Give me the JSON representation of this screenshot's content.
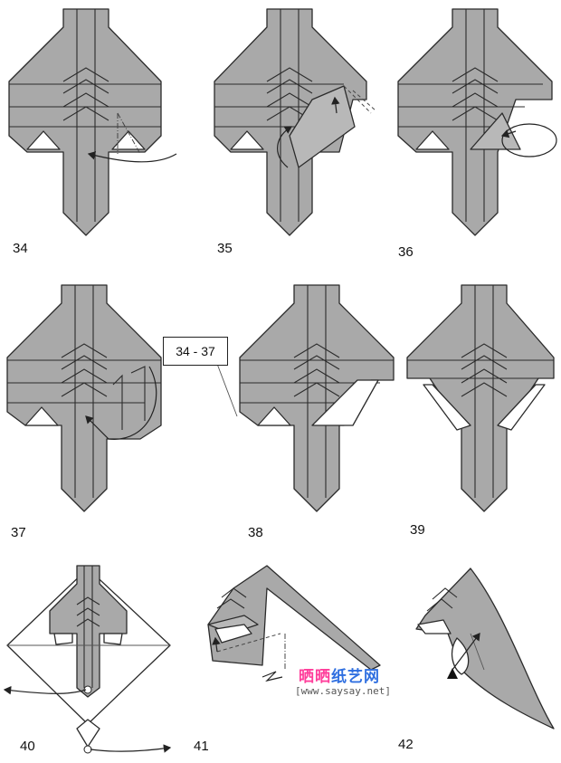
{
  "steps": [
    {
      "number": "34"
    },
    {
      "number": "35"
    },
    {
      "number": "36"
    },
    {
      "number": "37"
    },
    {
      "number": "38"
    },
    {
      "number": "39"
    },
    {
      "number": "40"
    },
    {
      "number": "41"
    },
    {
      "number": "42"
    }
  ],
  "callout": {
    "text": "34 - 37"
  },
  "watermark": {
    "title_part1": "晒晒",
    "title_part2": "纸艺网",
    "url": "[www.saysay.net]"
  },
  "colors": {
    "paper": "#a9a9a9",
    "watermark_pink": "#ff3e9b",
    "watermark_blue": "#2f6fe0"
  }
}
